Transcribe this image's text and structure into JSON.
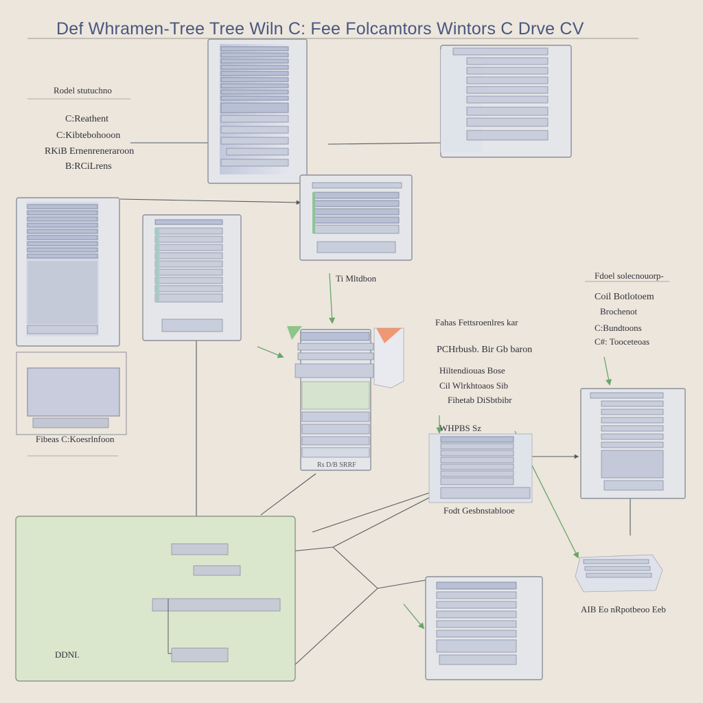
{
  "title": "Def Whramen-Tree Tree Wiln C: Fee Folcamtors Wintors C Drve CV",
  "labels": {
    "left_top": [
      "Rodel stutuchno",
      "C:Reathent",
      "C:Kibtebohooon",
      "RKiB Ernenreneraroon",
      "B:RCiLrens"
    ],
    "monitor_caption": "Fibeas C:Koesrlnfoon",
    "arrow_top": "Ti Mltdbon",
    "center_caption": "Rs D/B SRRF",
    "mid_list": [
      "Fahas Fettsroenlres kar",
      "PCHrbusb. Bir Gb baron",
      "Hiltendiouas Bose",
      "Cil Wlrkhtoaos Sib",
      "Fihetab DiSbtbibr"
    ],
    "lower_tag": "WHPBS Sz",
    "lower_caption": "Fodt Gesbnstablooe",
    "right_list": [
      "Fdoel solecnouorp-",
      "Coil Botlotoem",
      "Brochenot",
      "C:Bundtoons",
      "C#: Tooceteoas"
    ],
    "right_caption": "AIB Eo nRpotbeoo Eeb",
    "green_tag": "DDNI."
  },
  "colors": {
    "background": "#ece6dc",
    "title": "#4a5680",
    "panel_border": "#8b8f99",
    "green_panel": "#dbe7cc",
    "green_arrow": "#6aa46a",
    "accent_orange": "#f08a5a"
  }
}
